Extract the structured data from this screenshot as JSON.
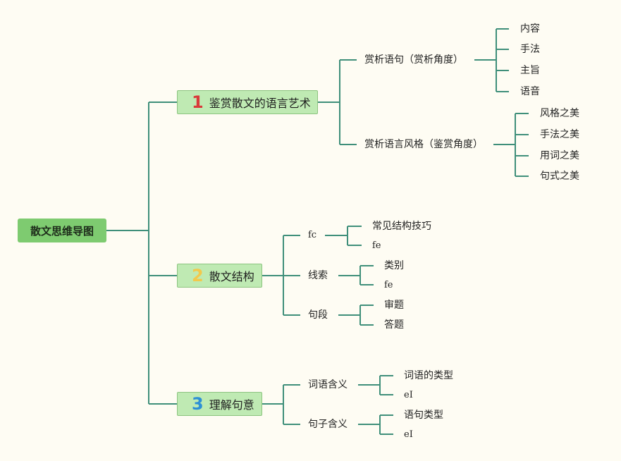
{
  "root": "散文思维导图",
  "branches": [
    {
      "num": "1",
      "label": "鉴赏散文的语言艺术",
      "children": [
        {
          "label": "赏析语句（赏析角度）",
          "children": [
            "内容",
            "手法",
            "主旨",
            "语音"
          ]
        },
        {
          "label": "赏析语言风格（鉴赏角度）",
          "children": [
            "风格之美",
            "手法之美",
            "用词之美",
            "句式之美"
          ]
        }
      ]
    },
    {
      "num": "2",
      "label": "散文结构",
      "children": [
        {
          "label": "fc",
          "children": [
            "常见结构技巧",
            "fe"
          ]
        },
        {
          "label": "线索",
          "children": [
            "类别",
            "fe"
          ]
        },
        {
          "label": "句段",
          "children": [
            "审题",
            "答题"
          ]
        }
      ]
    },
    {
      "num": "3",
      "label": "理解句意",
      "children": [
        {
          "label": "词语含义",
          "children": [
            "词语的类型",
            "eI"
          ]
        },
        {
          "label": "句子含义",
          "children": [
            "语句类型",
            "eI"
          ]
        }
      ]
    }
  ],
  "colors": {
    "line": "#3f8f7a",
    "root_bg": "#7ecb70",
    "branch_bg": "#bfeab3"
  }
}
